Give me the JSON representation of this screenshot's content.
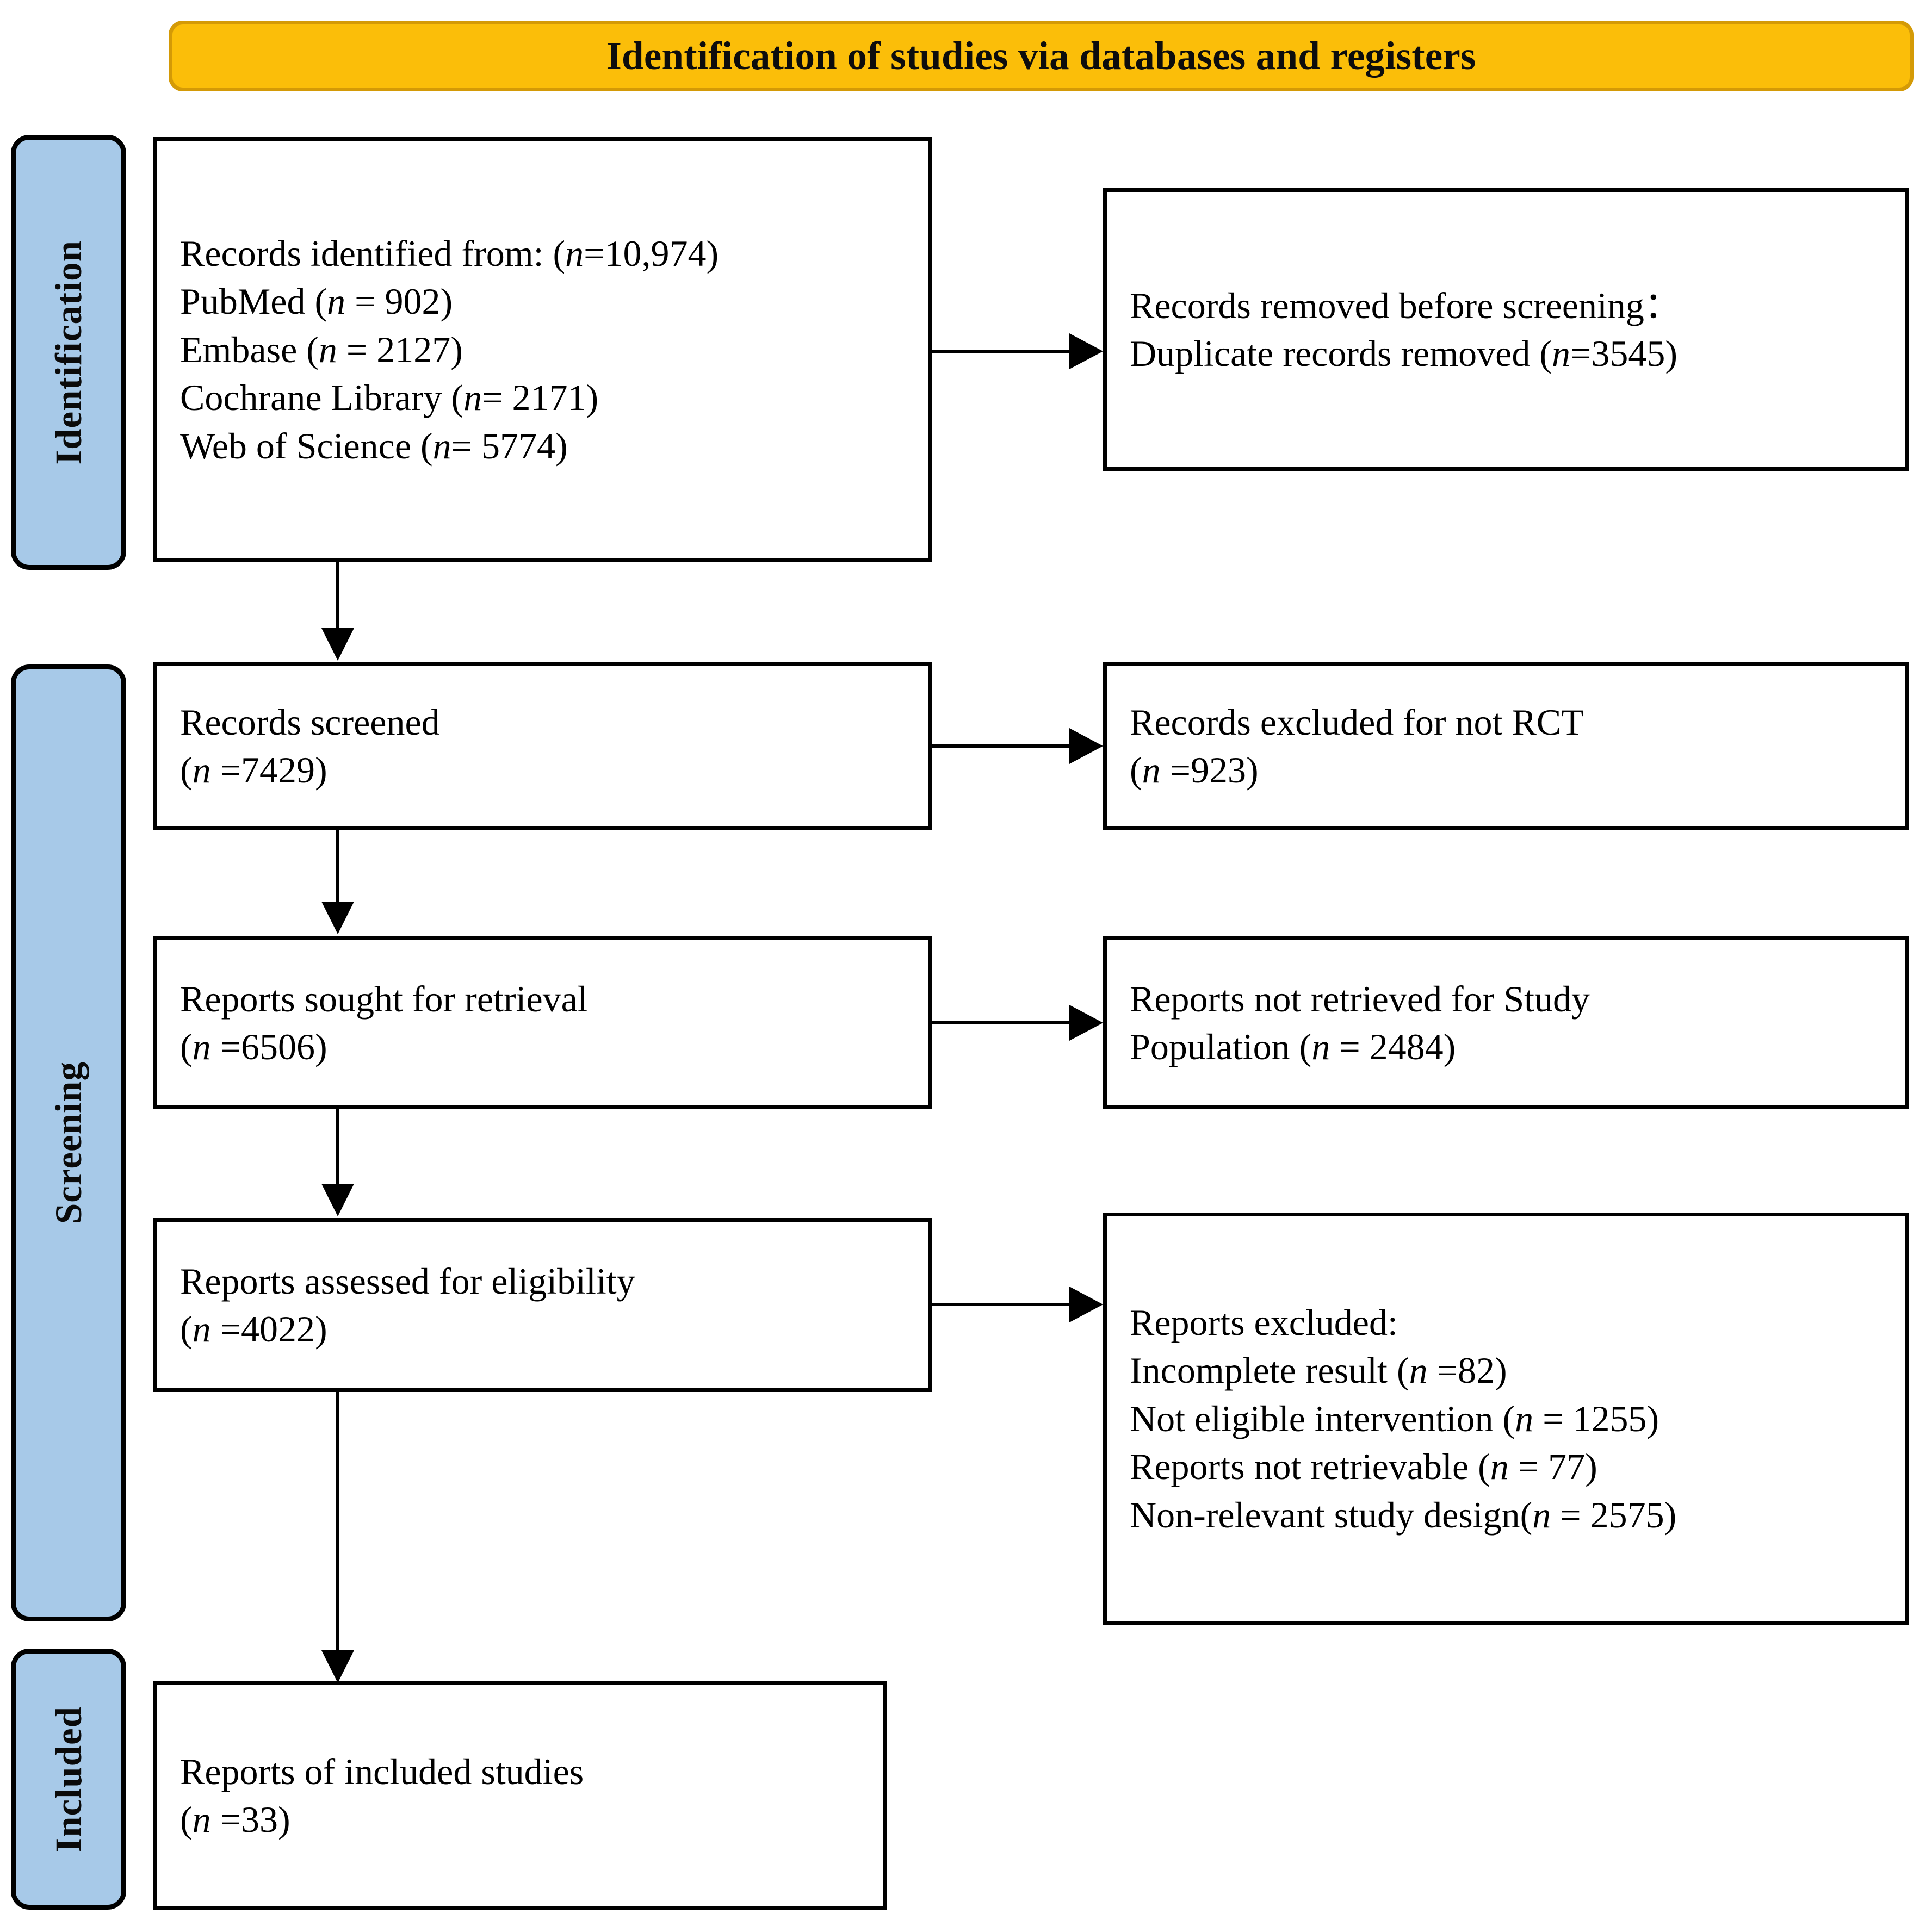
{
  "banner": {
    "title": "Identification of studies via databases and registers",
    "fill_color": "#fbbe09",
    "border_color": "#d49a06"
  },
  "phases": {
    "fill_color": "#a7c9e8",
    "items": [
      {
        "id": "identification",
        "label": "Identification"
      },
      {
        "id": "screening",
        "label": "Screening"
      },
      {
        "id": "included",
        "label": "Included"
      }
    ]
  },
  "boxes": {
    "records_identified": {
      "lines": [
        "Records identified from: (n=10,974)",
        "PubMed (n = 902)",
        "Embase (n = 2127)",
        "Cochrane Library (n= 2171)",
        "Web of Science (n= 5774)"
      ]
    },
    "records_removed": {
      "lines": [
        "Records removed before screening：",
        "Duplicate records removed  (n=3545)"
      ]
    },
    "records_screened": {
      "lines": [
        "Records screened",
        "(n =7429)"
      ]
    },
    "records_excluded": {
      "lines": [
        "Records excluded for not RCT",
        "(n =923)"
      ]
    },
    "reports_sought": {
      "lines": [
        "Reports sought for retrieval",
        "(n =6506)"
      ]
    },
    "reports_not_retrieved": {
      "lines": [
        "Reports not retrieved for Study",
        "Population (n = 2484)"
      ]
    },
    "reports_assessed": {
      "lines": [
        "Reports assessed for eligibility",
        "(n =4022)"
      ]
    },
    "reports_excluded": {
      "lines": [
        "Reports excluded:",
        "Incomplete result (n =82)",
        "Not eligible intervention (n = 1255)",
        "Reports not retrievable (n = 77)",
        "Non-relevant study design(n = 2575)"
      ]
    },
    "reports_included": {
      "lines": [
        "Reports of included studies",
        "(n =33)"
      ]
    }
  },
  "chart_data": {
    "type": "diagram",
    "title": "Identification of studies via databases and registers",
    "diagram_kind": "PRISMA 2020 flow diagram",
    "phases": [
      "Identification",
      "Screening",
      "Included"
    ],
    "nodes": [
      {
        "id": "records_identified",
        "phase": "Identification",
        "n": 10974,
        "label": "Records identified from",
        "sources": [
          {
            "name": "PubMed",
            "n": 902
          },
          {
            "name": "Embase",
            "n": 2127
          },
          {
            "name": "Cochrane Library",
            "n": 2171
          },
          {
            "name": "Web of Science",
            "n": 5774
          }
        ]
      },
      {
        "id": "records_removed",
        "phase": "Identification",
        "label": "Records removed before screening: Duplicate records removed",
        "n": 3545
      },
      {
        "id": "records_screened",
        "phase": "Screening",
        "label": "Records screened",
        "n": 7429
      },
      {
        "id": "records_excluded",
        "phase": "Screening",
        "label": "Records excluded for not RCT",
        "n": 923
      },
      {
        "id": "reports_sought",
        "phase": "Screening",
        "label": "Reports sought for retrieval",
        "n": 6506
      },
      {
        "id": "reports_not_retrieved",
        "phase": "Screening",
        "label": "Reports not retrieved for Study Population",
        "n": 2484
      },
      {
        "id": "reports_assessed",
        "phase": "Screening",
        "label": "Reports assessed for eligibility",
        "n": 4022
      },
      {
        "id": "reports_excluded",
        "phase": "Screening",
        "label": "Reports excluded",
        "reasons": [
          {
            "reason": "Incomplete result",
            "n": 82
          },
          {
            "reason": "Not eligible intervention",
            "n": 1255
          },
          {
            "reason": "Reports not retrievable",
            "n": 77
          },
          {
            "reason": "Non-relevant study design",
            "n": 2575
          }
        ]
      },
      {
        "id": "reports_included",
        "phase": "Included",
        "label": "Reports of included studies",
        "n": 33
      }
    ],
    "edges": [
      {
        "from": "records_identified",
        "to": "records_removed",
        "direction": "right"
      },
      {
        "from": "records_identified",
        "to": "records_screened",
        "direction": "down"
      },
      {
        "from": "records_screened",
        "to": "records_excluded",
        "direction": "right"
      },
      {
        "from": "records_screened",
        "to": "reports_sought",
        "direction": "down"
      },
      {
        "from": "reports_sought",
        "to": "reports_not_retrieved",
        "direction": "right"
      },
      {
        "from": "reports_sought",
        "to": "reports_assessed",
        "direction": "down"
      },
      {
        "from": "reports_assessed",
        "to": "reports_excluded",
        "direction": "right"
      },
      {
        "from": "reports_assessed",
        "to": "reports_included",
        "direction": "down"
      }
    ]
  }
}
